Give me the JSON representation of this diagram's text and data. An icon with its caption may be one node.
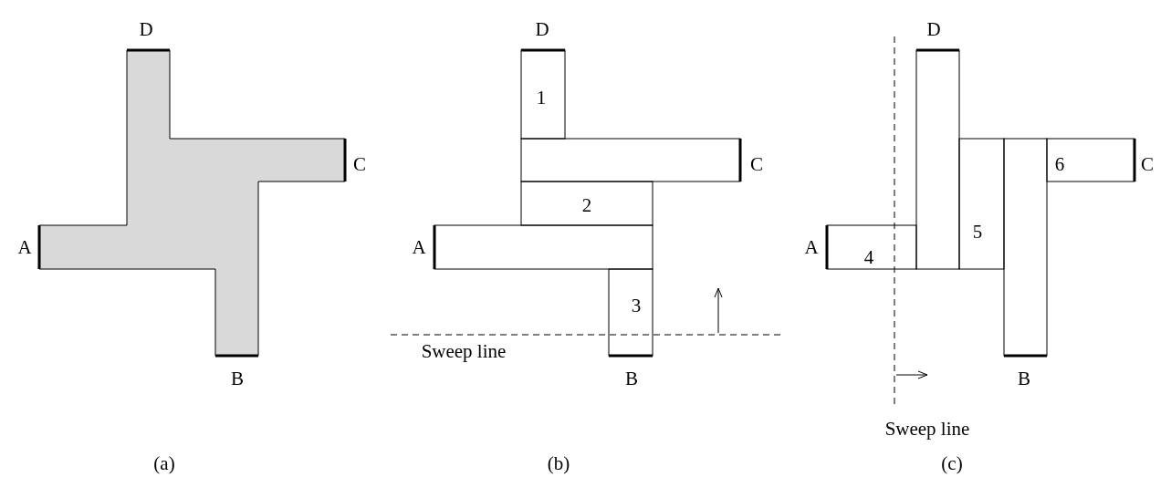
{
  "diagram": {
    "labels": [
      "D",
      "D",
      "D",
      "1",
      "C",
      "C",
      "6",
      "C",
      "2",
      "5",
      "A",
      "A",
      "A",
      "4",
      "3",
      "Sweep line",
      "B",
      "B",
      "B",
      "Sweep line",
      "(a)",
      "(b)",
      "(c)"
    ]
  }
}
